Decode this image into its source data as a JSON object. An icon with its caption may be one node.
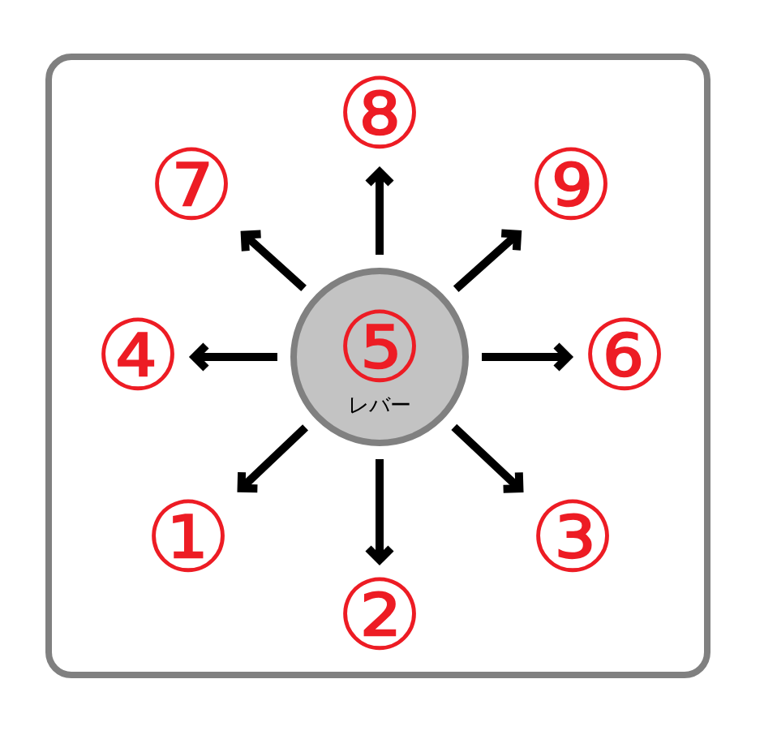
{
  "diagram": {
    "nodes": [
      {
        "text": [
          "⑧"
        ]
      },
      {
        "text": [
          "⑦"
        ]
      },
      {
        "text": [
          "⑨"
        ]
      },
      {
        "text": [
          "④"
        ]
      },
      {
        "text": [
          "⑤",
          "レバー"
        ]
      },
      {
        "text": [
          "⑥"
        ]
      },
      {
        "text": [
          "①"
        ]
      },
      {
        "text": [
          "③"
        ]
      },
      {
        "text": [
          "②"
        ]
      }
    ],
    "edges": [
      {
        "from": 4,
        "to": 0,
        "arrow": "to"
      },
      {
        "from": 4,
        "to": 1,
        "arrow": "to"
      },
      {
        "from": 4,
        "to": 2,
        "arrow": "to"
      },
      {
        "from": 4,
        "to": 3,
        "arrow": "to"
      },
      {
        "from": 4,
        "to": 5,
        "arrow": "to"
      },
      {
        "from": 4,
        "to": 6,
        "arrow": "to"
      },
      {
        "from": 4,
        "to": 7,
        "arrow": "to"
      },
      {
        "from": 4,
        "to": 8,
        "arrow": "to"
      }
    ]
  }
}
